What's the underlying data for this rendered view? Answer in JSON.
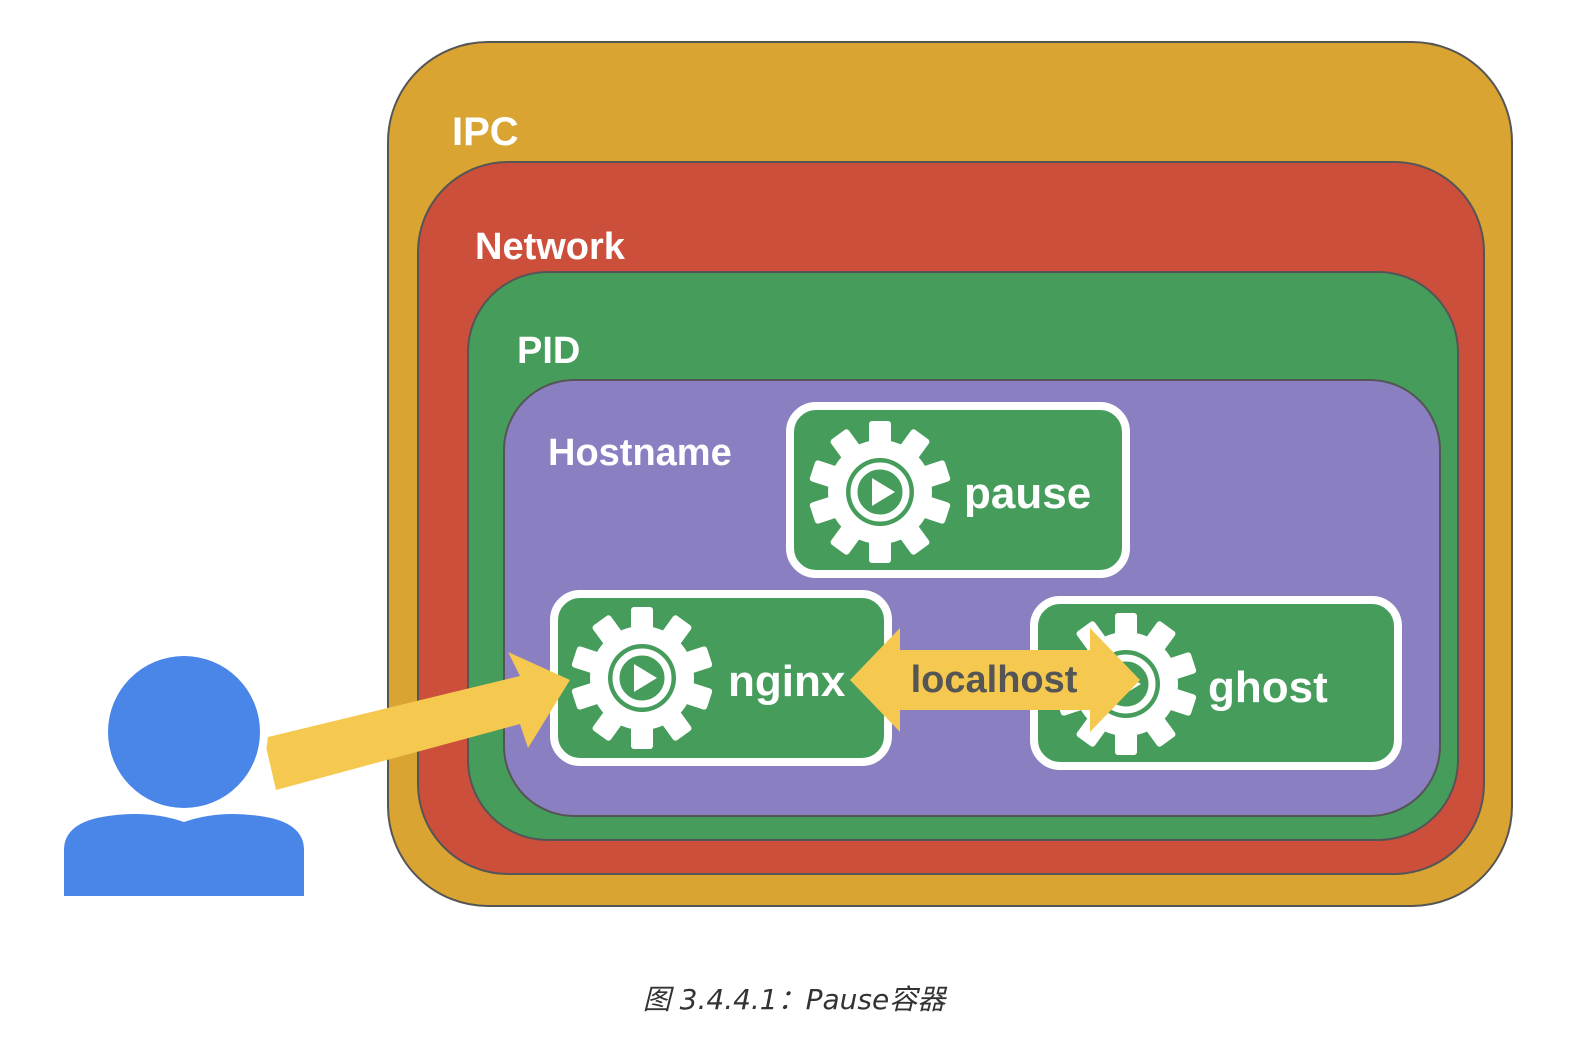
{
  "colors": {
    "ipc": "#d9a431",
    "network": "#cc4f3b",
    "pid": "#469c5b",
    "hostname": "#8a7fc0",
    "container": "#469c5b",
    "arrow": "#f5c94f",
    "user": "#4a86e8"
  },
  "namespaces": {
    "ipc": "IPC",
    "network": "Network",
    "pid": "PID",
    "hostname": "Hostname"
  },
  "containers": {
    "pause": "pause",
    "nginx": "nginx",
    "ghost": "ghost"
  },
  "link_label": "localhost",
  "icons": {
    "user": "user-icon",
    "container": "gear-play-icon"
  },
  "caption": "图 3.4.4.1：Pause容器"
}
